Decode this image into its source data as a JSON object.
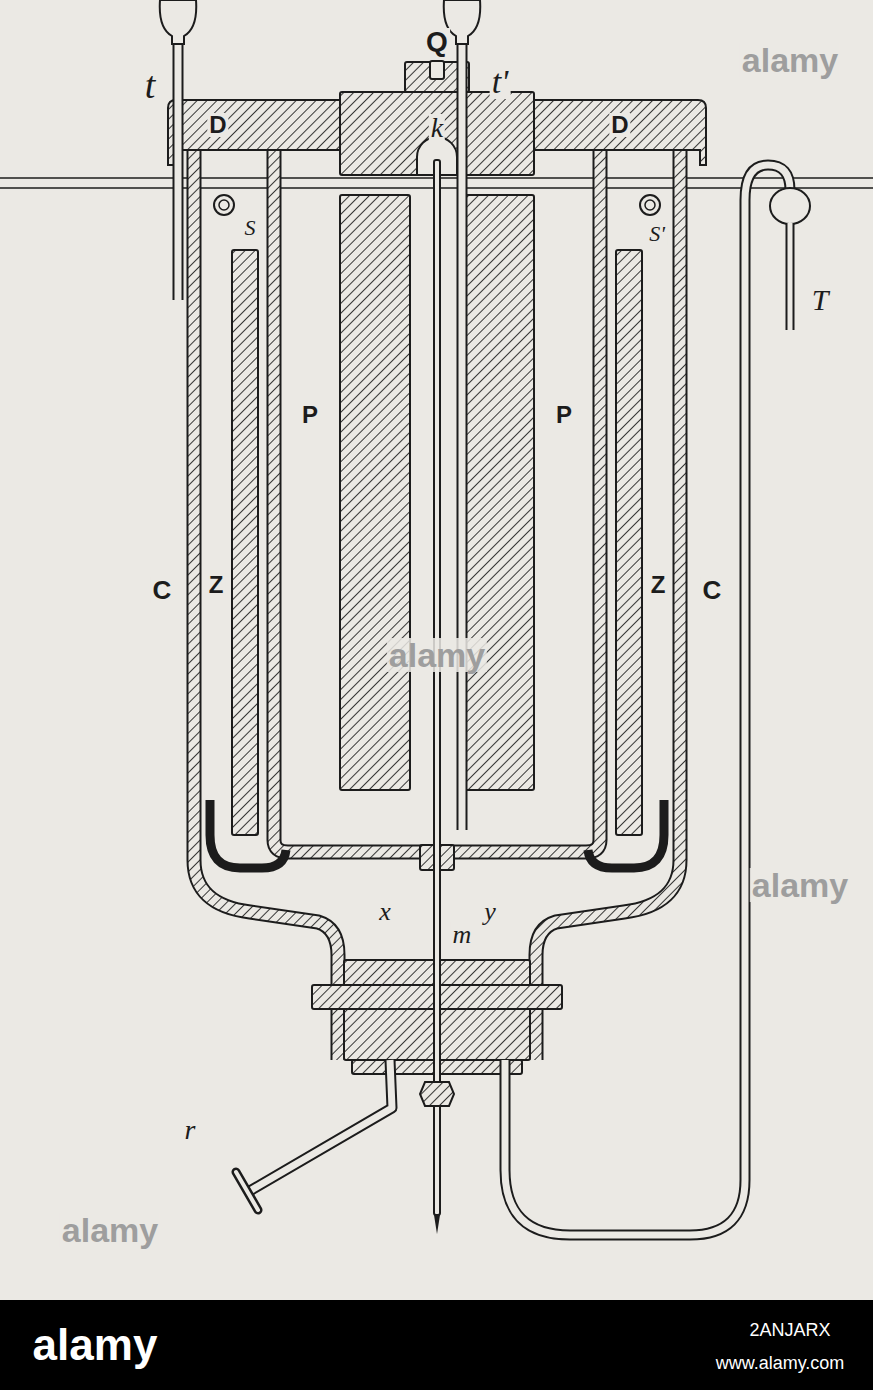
{
  "diagram": {
    "labels": [
      "t",
      "t'",
      "Q",
      "D",
      "D",
      "k",
      "S",
      "S'",
      "C",
      "C",
      "Z",
      "Z",
      "P",
      "P",
      "T",
      "x",
      "y",
      "m",
      "r",
      "alamy",
      "alamy",
      "alamy",
      "alamy",
      "alamy",
      "2ANJARX",
      "www.alamy.com"
    ]
  }
}
